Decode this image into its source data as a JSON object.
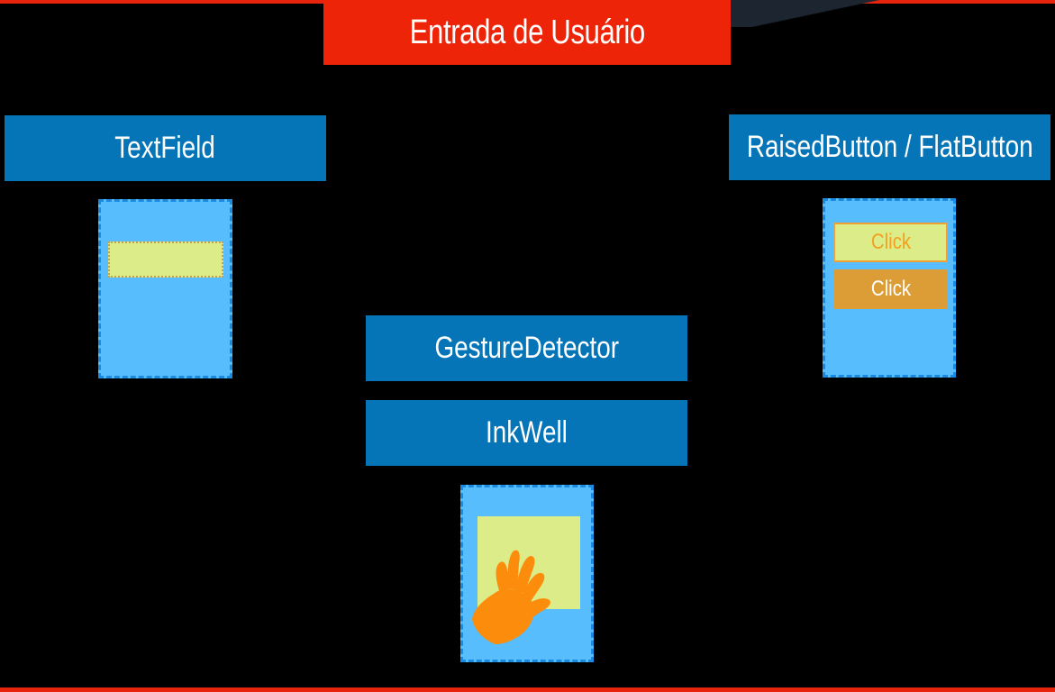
{
  "title": "Entrada de Usuário",
  "widgets": {
    "textfield": {
      "label": "TextField"
    },
    "buttons": {
      "label": "RaisedButton / FlatButton",
      "raised_button_text": "Click",
      "flat_button_text": "Click"
    },
    "gesture_detector": {
      "label": "GestureDetector"
    },
    "inkwell": {
      "label": "InkWell"
    }
  },
  "colors": {
    "background": "#000000",
    "title_banner": "#ee2408",
    "label_background": "#0575b8",
    "phone_background": "#57bdfc",
    "phone_border": "#1a8be0",
    "input_fill": "#dcec88",
    "flat_button": "#dc9c36",
    "hand": "#fb8c0c"
  },
  "icons": {
    "tap": "hand-icon"
  }
}
